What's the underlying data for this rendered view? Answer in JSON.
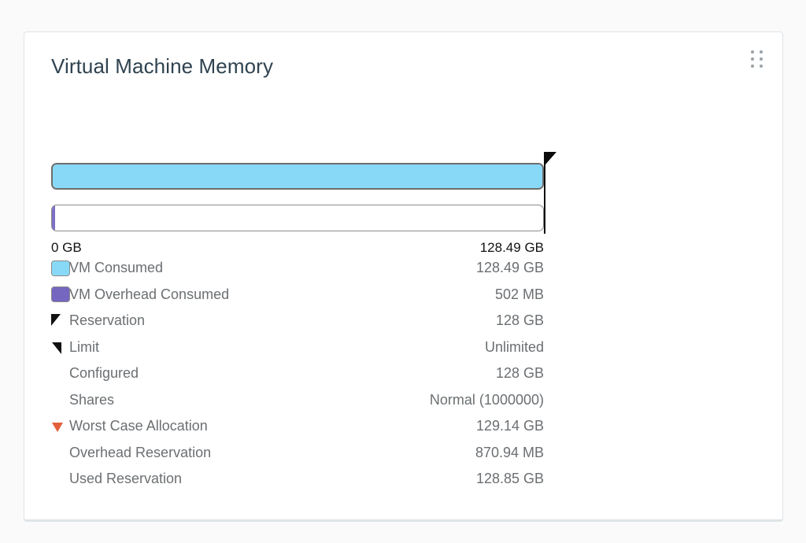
{
  "card": {
    "title": "Virtual Machine Memory",
    "drag_handle_icon": "drag-dots-icon"
  },
  "chart_data": {
    "type": "bar",
    "title": "Virtual Machine Memory",
    "orientation": "horizontal",
    "xlim": [
      0,
      128.49
    ],
    "unit": "GB",
    "axis_min_label": "0 GB",
    "axis_max_label": "128.49 GB",
    "grid": false,
    "legend_position": "below",
    "categories": [
      "VM Consumed",
      "VM Overhead Consumed"
    ],
    "series": [
      {
        "name": "VM Consumed",
        "value": 128.49,
        "unit": "GB",
        "percent_of_axis": 100,
        "color": "#87d9f7"
      },
      {
        "name": "VM Overhead Consumed",
        "value": 0.49,
        "unit": "GB",
        "display": "502 MB",
        "percent_of_axis": 0.6,
        "color": "#7566c0"
      }
    ],
    "markers": [
      {
        "name": "Reservation",
        "value": 128,
        "display": "128 GB",
        "percent_of_axis": 100,
        "color": "#0b0b0b",
        "icon": "flag-right-icon"
      }
    ]
  },
  "legend": [
    {
      "marker": "swatch-blue",
      "icon": "legend-swatch-blue-icon",
      "label": "VM Consumed",
      "value": "128.49 GB"
    },
    {
      "marker": "swatch-purple",
      "icon": "legend-swatch-purple-icon",
      "label": "VM Overhead Consumed",
      "value": "502 MB"
    },
    {
      "marker": "flag-right",
      "icon": "flag-right-icon",
      "label": "Reservation",
      "value": "128 GB"
    },
    {
      "marker": "flag-left",
      "icon": "flag-left-icon",
      "label": "Limit",
      "value": "Unlimited"
    },
    {
      "marker": "none",
      "icon": "",
      "label": "Configured",
      "value": "128 GB"
    },
    {
      "marker": "none",
      "icon": "",
      "label": "Shares",
      "value": "Normal (1000000)"
    },
    {
      "marker": "tri-down",
      "icon": "triangle-down-orange-icon",
      "label": "Worst Case Allocation",
      "value": "129.14 GB"
    },
    {
      "marker": "none",
      "icon": "",
      "label": "Overhead Reservation",
      "value": "870.94 MB"
    },
    {
      "marker": "none",
      "icon": "",
      "label": "Used Reservation",
      "value": "128.85 GB"
    }
  ],
  "colors": {
    "consumed": "#87d9f7",
    "overhead": "#7566c0",
    "marker": "#0b0b0b",
    "worst_case": "#e2613a",
    "title": "#2f4350",
    "text": "#6b6f72",
    "axis_text": "#121212",
    "card_border": "#dfe4e7",
    "page_background": "#fafafa"
  }
}
